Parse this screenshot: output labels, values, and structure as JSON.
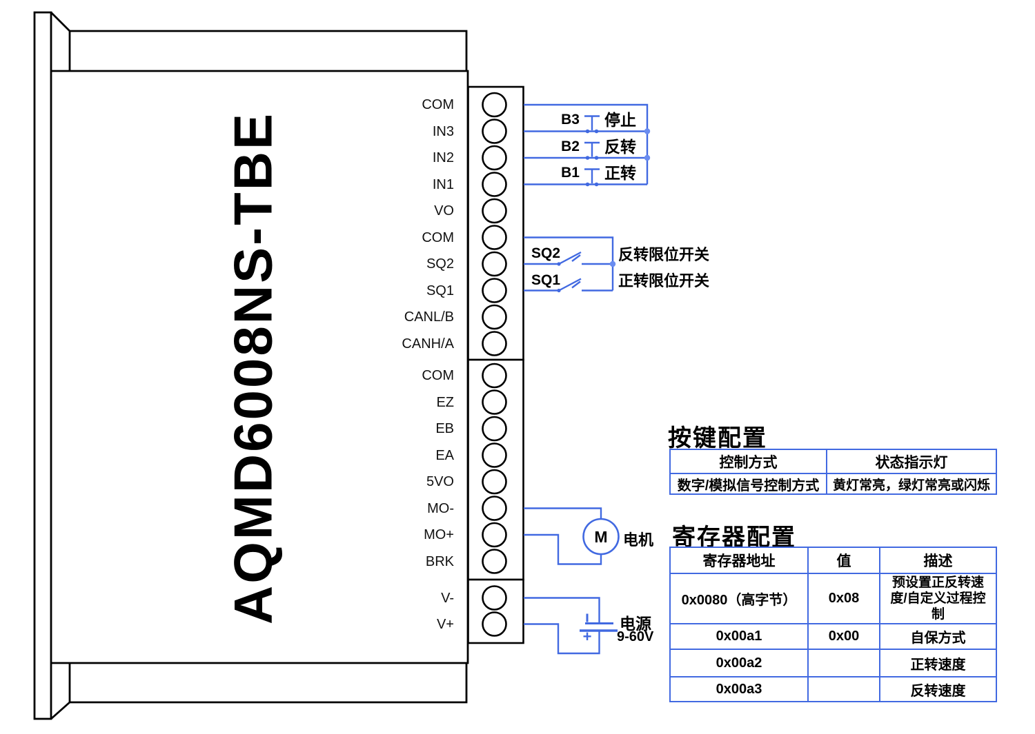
{
  "device": {
    "model": "AQMD6008NS-TBE"
  },
  "terminals": {
    "block1": [
      "COM",
      "IN3",
      "IN2",
      "IN1",
      "VO",
      "COM",
      "SQ2",
      "SQ1",
      "CANL/B",
      "CANH/A"
    ],
    "block2": [
      "COM",
      "EZ",
      "EB",
      "EA",
      "5VO",
      "MO-",
      "MO+",
      "BRK"
    ],
    "block3": [
      "V-",
      "V+"
    ]
  },
  "buttons": {
    "items": [
      {
        "id": "B3",
        "label": "停止"
      },
      {
        "id": "B2",
        "label": "反转"
      },
      {
        "id": "B1",
        "label": "正转"
      }
    ]
  },
  "limit_switches": {
    "items": [
      {
        "id": "SQ2",
        "label": "反转限位开关"
      },
      {
        "id": "SQ1",
        "label": "正转限位开关"
      }
    ]
  },
  "motor": {
    "symbol": "M",
    "label": "电机"
  },
  "power": {
    "label": "电源",
    "voltage": "9-60V",
    "plus": "+"
  },
  "key_config": {
    "title": "按键配置",
    "headers": [
      "控制方式",
      "状态指示灯"
    ],
    "rows": [
      [
        "数字/模拟信号控制方式",
        "黄灯常亮，绿灯常亮或闪烁"
      ]
    ]
  },
  "register_config": {
    "title": "寄存器配置",
    "headers": [
      "寄存器地址",
      "值",
      "描述"
    ],
    "rows": [
      {
        "addr": "0x0080（高字节）",
        "value": "0x08",
        "desc": "预设置正反转速度/自定义过程控制"
      },
      {
        "addr": "0x00a1",
        "value": "0x00",
        "desc": "自保方式"
      },
      {
        "addr": "0x00a2",
        "value": "",
        "desc": "正转速度"
      },
      {
        "addr": "0x00a3",
        "value": "",
        "desc": "反转速度"
      }
    ]
  },
  "colors": {
    "wire": "#4169E1",
    "outline": "#000000"
  }
}
